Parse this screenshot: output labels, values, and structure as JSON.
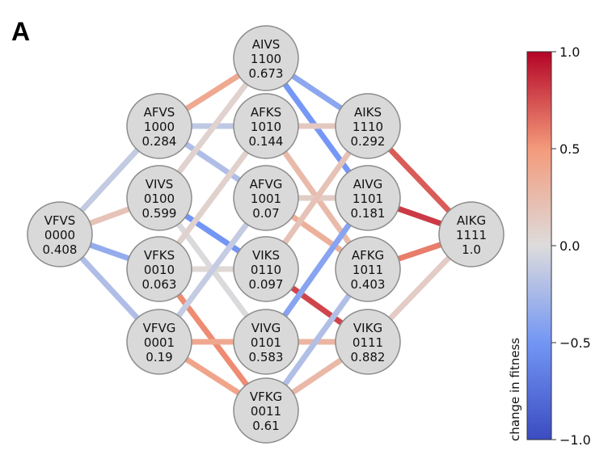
{
  "panel_label": "A",
  "colorbar": {
    "label": "change in fitness",
    "ticks": [
      "1.0",
      "0.5",
      "0.0",
      "−0.5",
      "−1.0"
    ],
    "min": -1.0,
    "max": 1.0,
    "colors": [
      "#3b4cc0",
      "#7396f5",
      "#dddcdc",
      "#f49a7b",
      "#b40426"
    ]
  },
  "node_style": {
    "fill": "#d9d9d9",
    "stroke": "#8c8c8c"
  },
  "nodes": [
    {
      "id": "AIVS",
      "name": "AIVS",
      "code": "1100",
      "fitness": "0.673"
    },
    {
      "id": "AFVS",
      "name": "AFVS",
      "code": "1000",
      "fitness": "0.284"
    },
    {
      "id": "AFKS",
      "name": "AFKS",
      "code": "1010",
      "fitness": "0.144"
    },
    {
      "id": "AIKS",
      "name": "AIKS",
      "code": "1110",
      "fitness": "0.292"
    },
    {
      "id": "VIVS",
      "name": "VIVS",
      "code": "0100",
      "fitness": "0.599"
    },
    {
      "id": "AFVG",
      "name": "AFVG",
      "code": "1001",
      "fitness": "0.07"
    },
    {
      "id": "AIVG",
      "name": "AIVG",
      "code": "1101",
      "fitness": "0.181"
    },
    {
      "id": "VFVS",
      "name": "VFVS",
      "code": "0000",
      "fitness": "0.408"
    },
    {
      "id": "AIKG",
      "name": "AIKG",
      "code": "1111",
      "fitness": "1.0"
    },
    {
      "id": "VFKS",
      "name": "VFKS",
      "code": "0010",
      "fitness": "0.063"
    },
    {
      "id": "VIKS",
      "name": "VIKS",
      "code": "0110",
      "fitness": "0.097"
    },
    {
      "id": "AFKG",
      "name": "AFKG",
      "code": "1011",
      "fitness": "0.403"
    },
    {
      "id": "VFVG",
      "name": "VFVG",
      "code": "0001",
      "fitness": "0.19"
    },
    {
      "id": "VIVG",
      "name": "VIVG",
      "code": "0101",
      "fitness": "0.583"
    },
    {
      "id": "VIKG",
      "name": "VIKG",
      "code": "0111",
      "fitness": "0.882"
    },
    {
      "id": "VFKG",
      "name": "VFKG",
      "code": "0011",
      "fitness": "0.61"
    }
  ],
  "edges": [
    {
      "from": "VFVS",
      "to": "AFVS",
      "change": -0.124
    },
    {
      "from": "VFVS",
      "to": "VIVS",
      "change": 0.191
    },
    {
      "from": "VFVS",
      "to": "VFKS",
      "change": -0.345
    },
    {
      "from": "VFVS",
      "to": "VFVG",
      "change": -0.218
    },
    {
      "from": "AFVS",
      "to": "AIVS",
      "change": 0.389
    },
    {
      "from": "AFVS",
      "to": "AFKS",
      "change": -0.14
    },
    {
      "from": "AFVS",
      "to": "AFVG",
      "change": -0.214
    },
    {
      "from": "VIVS",
      "to": "AIVS",
      "change": 0.074
    },
    {
      "from": "VIVS",
      "to": "VIKS",
      "change": -0.502
    },
    {
      "from": "VIVS",
      "to": "VIVG",
      "change": -0.016
    },
    {
      "from": "VFKS",
      "to": "AFKS",
      "change": 0.081
    },
    {
      "from": "VFKS",
      "to": "VIKS",
      "change": 0.034
    },
    {
      "from": "VFKS",
      "to": "VFKG",
      "change": 0.547
    },
    {
      "from": "VFVG",
      "to": "AFVG",
      "change": -0.12
    },
    {
      "from": "VFVG",
      "to": "VIVG",
      "change": 0.393
    },
    {
      "from": "VFVG",
      "to": "VFKG",
      "change": 0.42
    },
    {
      "from": "AIVS",
      "to": "AIKS",
      "change": -0.381
    },
    {
      "from": "AIVS",
      "to": "AIVG",
      "change": -0.492
    },
    {
      "from": "AFKS",
      "to": "AIKS",
      "change": 0.148
    },
    {
      "from": "AFKS",
      "to": "AFKG",
      "change": 0.259
    },
    {
      "from": "AFVG",
      "to": "AIVG",
      "change": 0.111
    },
    {
      "from": "AFVG",
      "to": "AFKG",
      "change": 0.333
    },
    {
      "from": "VIKS",
      "to": "AIKS",
      "change": 0.195
    },
    {
      "from": "VIKS",
      "to": "VIKG",
      "change": 0.785
    },
    {
      "from": "VIVG",
      "to": "AIVG",
      "change": -0.402
    },
    {
      "from": "VIVG",
      "to": "VIKG",
      "change": 0.299
    },
    {
      "from": "VFKG",
      "to": "AFKG",
      "change": -0.207
    },
    {
      "from": "VFKG",
      "to": "VIKG",
      "change": 0.272
    },
    {
      "from": "AIKS",
      "to": "AIKG",
      "change": 0.708
    },
    {
      "from": "AIVG",
      "to": "AIKG",
      "change": 0.819
    },
    {
      "from": "AFKG",
      "to": "AIKG",
      "change": 0.597
    },
    {
      "from": "VIKG",
      "to": "AIKG",
      "change": 0.118
    }
  ]
}
